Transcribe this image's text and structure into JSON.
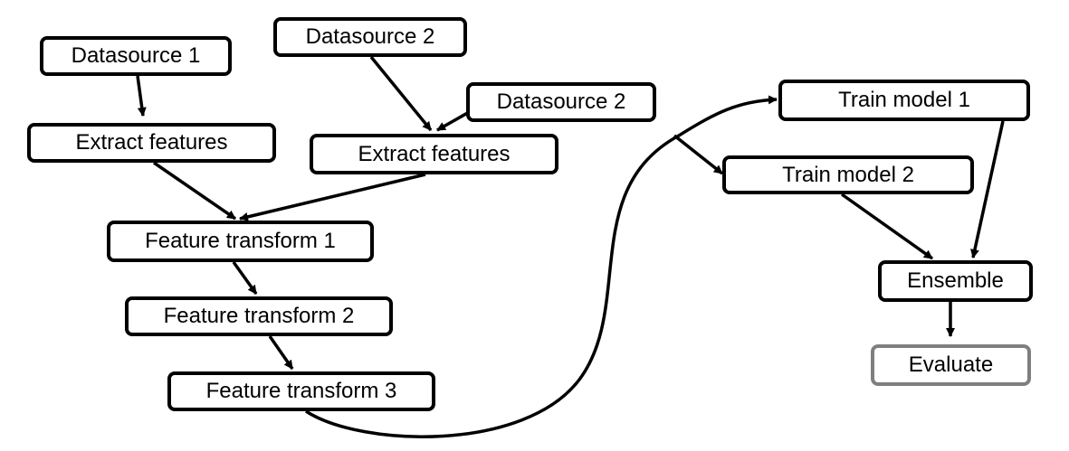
{
  "nodes": {
    "datasource_1": "Datasource 1",
    "datasource_2_top": "Datasource 2",
    "datasource_2_right": "Datasource 2",
    "extract_features_left": "Extract features",
    "extract_features_right": "Extract features",
    "feature_transform_1": "Feature transform 1",
    "feature_transform_2": "Feature transform 2",
    "feature_transform_3": "Feature transform 3",
    "train_model_1": "Train model 1",
    "train_model_2": "Train model 2",
    "ensemble": "Ensemble",
    "evaluate": "Evaluate"
  },
  "colors": {
    "stroke": "#000000",
    "evaluate_border": "#7f7f7f",
    "background": "#ffffff"
  }
}
